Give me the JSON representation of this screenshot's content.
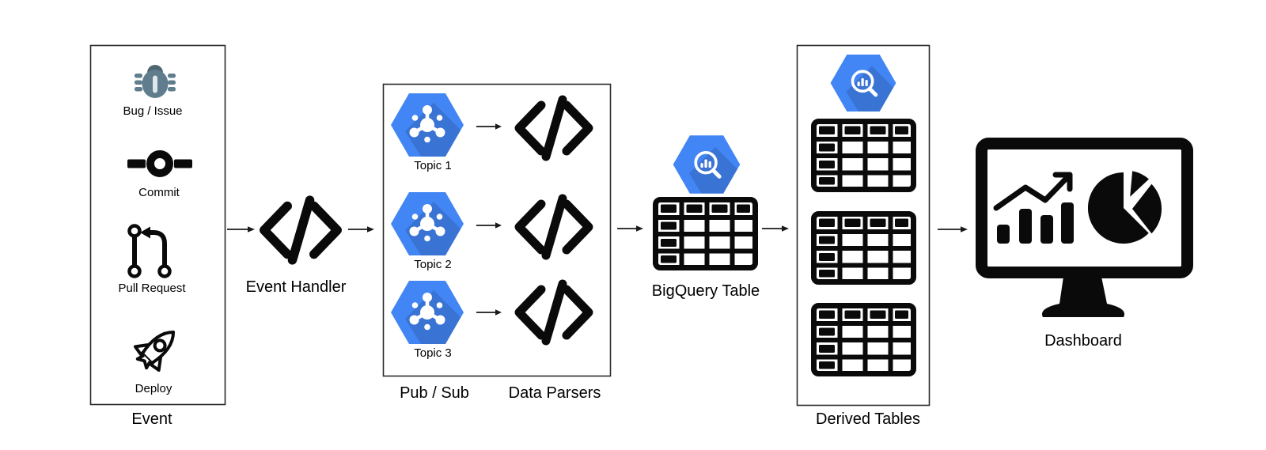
{
  "page_title": "Event Pipeline Architecture Diagram",
  "colors": {
    "background": "#ffffff",
    "gcp_blue": "#4285F4",
    "bug_icon_gray": "#5f7d8d",
    "ink": "#0a0a0a"
  },
  "nodes": {
    "event_box": {
      "label": "Event",
      "items": [
        {
          "label": "Bug / Issue",
          "icon": "bug-icon"
        },
        {
          "label": "Commit",
          "icon": "git-commit-icon"
        },
        {
          "label": "Pull Request",
          "icon": "git-pull-request-icon"
        },
        {
          "label": "Deploy",
          "icon": "rocket-icon"
        }
      ]
    },
    "event_handler": {
      "label": "Event Handler",
      "icon": "code-icon"
    },
    "pubsub": {
      "label": "Pub / Sub",
      "icon": "pubsub-hexagon-icon",
      "topics": [
        {
          "label": "Topic 1"
        },
        {
          "label": "Topic 2"
        },
        {
          "label": "Topic 3"
        }
      ]
    },
    "data_parsers": {
      "label": "Data Parsers",
      "icon": "code-icon",
      "count": 3
    },
    "bigquery_table": {
      "label": "BigQuery Table",
      "icon": "bigquery-hexagon-icon"
    },
    "derived_tables": {
      "label": "Derived Tables",
      "icon": "bigquery-hexagon-icon",
      "table_count": 3
    },
    "dashboard": {
      "label": "Dashboard",
      "icon": "monitor-charts-icon"
    }
  },
  "flow_order": [
    "Event",
    "Event Handler",
    "Pub / Sub",
    "Data Parsers",
    "BigQuery Table",
    "Derived Tables",
    "Dashboard"
  ]
}
